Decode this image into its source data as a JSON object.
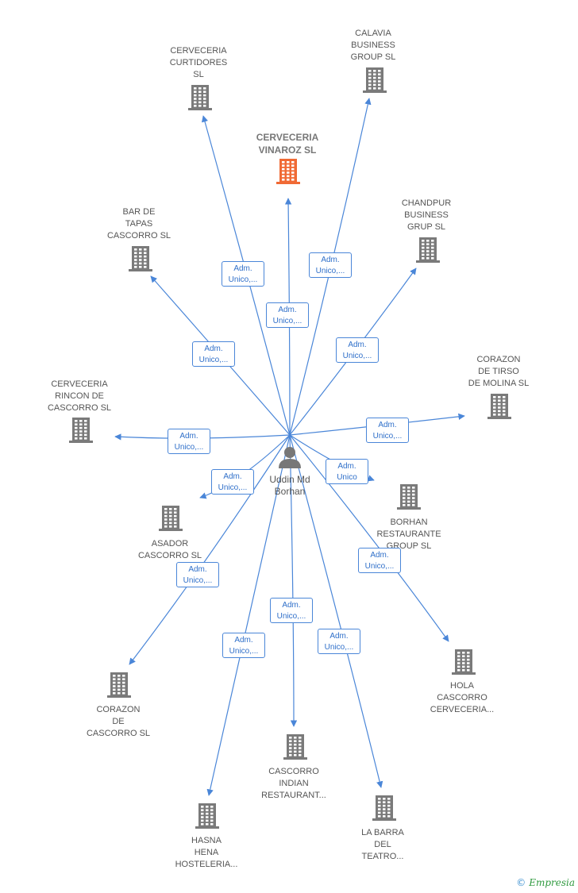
{
  "center": {
    "label": "Uddin Md\nBorhan"
  },
  "colors": {
    "edge": "#4a86d8",
    "building": "#7a7a7a",
    "highlight": "#f06a35"
  },
  "nodes": [
    {
      "id": "vinaroz",
      "label": "CERVECERIA\nVINAROZ  SL",
      "highlight": true
    },
    {
      "id": "curtidores",
      "label": "CERVECERIA\nCURTIDORES\nSL"
    },
    {
      "id": "calavia",
      "label": "CALAVIA\nBUSINESS\nGROUP SL"
    },
    {
      "id": "chandpur",
      "label": "CHANDPUR\nBUSINESS\nGRUP  SL"
    },
    {
      "id": "bartapas",
      "label": "BAR DE\nTAPAS\nCASCORRO  SL"
    },
    {
      "id": "tirso",
      "label": "CORAZON\nDE TIRSO\nDE MOLINA  SL"
    },
    {
      "id": "rincon",
      "label": "CERVECERIA\nRINCON DE\nCASCORRO  SL"
    },
    {
      "id": "borhan",
      "label": "BORHAN\nRESTAURANTE\nGROUP  SL"
    },
    {
      "id": "asador",
      "label": "ASADOR\nCASCORRO  SL"
    },
    {
      "id": "hola",
      "label": "HOLA\nCASCORRO\nCERVECERIA..."
    },
    {
      "id": "corazon",
      "label": "CORAZON\nDE\nCASCORRO  SL"
    },
    {
      "id": "indian",
      "label": "CASCORRO\nINDIAN\nRESTAURANT..."
    },
    {
      "id": "hasna",
      "label": "HASNA\nHENA\nHOSTELERIA..."
    },
    {
      "id": "barra",
      "label": "LA BARRA\nDEL\nTEATRO..."
    }
  ],
  "edges": [
    {
      "target": "vinaroz",
      "label": "Adm.\nUnico,..."
    },
    {
      "target": "curtidores",
      "label": "Adm.\nUnico,..."
    },
    {
      "target": "calavia",
      "label": "Adm.\nUnico,..."
    },
    {
      "target": "chandpur",
      "label": "Adm.\nUnico,..."
    },
    {
      "target": "bartapas",
      "label": "Adm.\nUnico,..."
    },
    {
      "target": "tirso",
      "label": "Adm.\nUnico,..."
    },
    {
      "target": "rincon",
      "label": "Adm.\nUnico,..."
    },
    {
      "target": "borhan",
      "label": "Adm.\nUnico"
    },
    {
      "target": "asador",
      "label": "Adm.\nUnico,..."
    },
    {
      "target": "hola",
      "label": "Adm.\nUnico,..."
    },
    {
      "target": "corazon",
      "label": "Adm.\nUnico,..."
    },
    {
      "target": "indian",
      "label": "Adm.\nUnico,..."
    },
    {
      "target": "hasna",
      "label": "Adm.\nUnico,..."
    },
    {
      "target": "barra",
      "label": "Adm.\nUnico,..."
    }
  ],
  "footer": {
    "copyright": "©",
    "brand": "Empresia"
  }
}
